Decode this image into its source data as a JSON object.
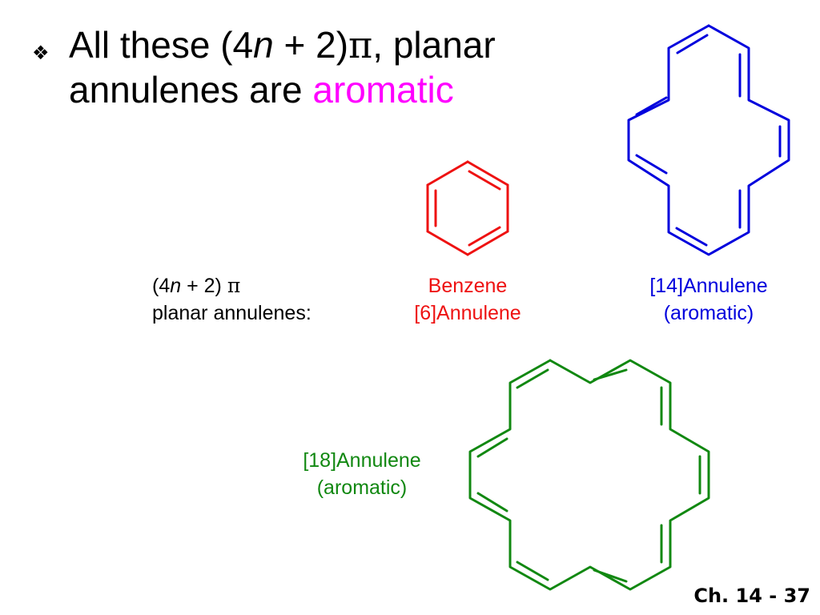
{
  "slide": {
    "bullet_glyph": "❖",
    "title": {
      "line1_prefix": "All these (4",
      "line1_n": "n",
      "line1_mid": " + 2)",
      "line1_pi": "π",
      "line1_suffix": ", planar",
      "line2_prefix": "annulenes are ",
      "line2_accent": "aromatic"
    },
    "formula_label": {
      "prefix": "(4",
      "n": "n",
      "mid": " + 2) ",
      "pi": "π",
      "line2": "planar annulenes:"
    },
    "benzene": {
      "name": "Benzene",
      "alt_name": "[6]Annulene",
      "color": "#ee1111"
    },
    "annulene14": {
      "name": "[14]Annulene",
      "note": "(aromatic)",
      "color": "#0000dd"
    },
    "annulene18": {
      "name": "[18]Annulene",
      "note": "(aromatic)",
      "color": "#118811"
    },
    "footer": "Ch. 14 - 37"
  }
}
